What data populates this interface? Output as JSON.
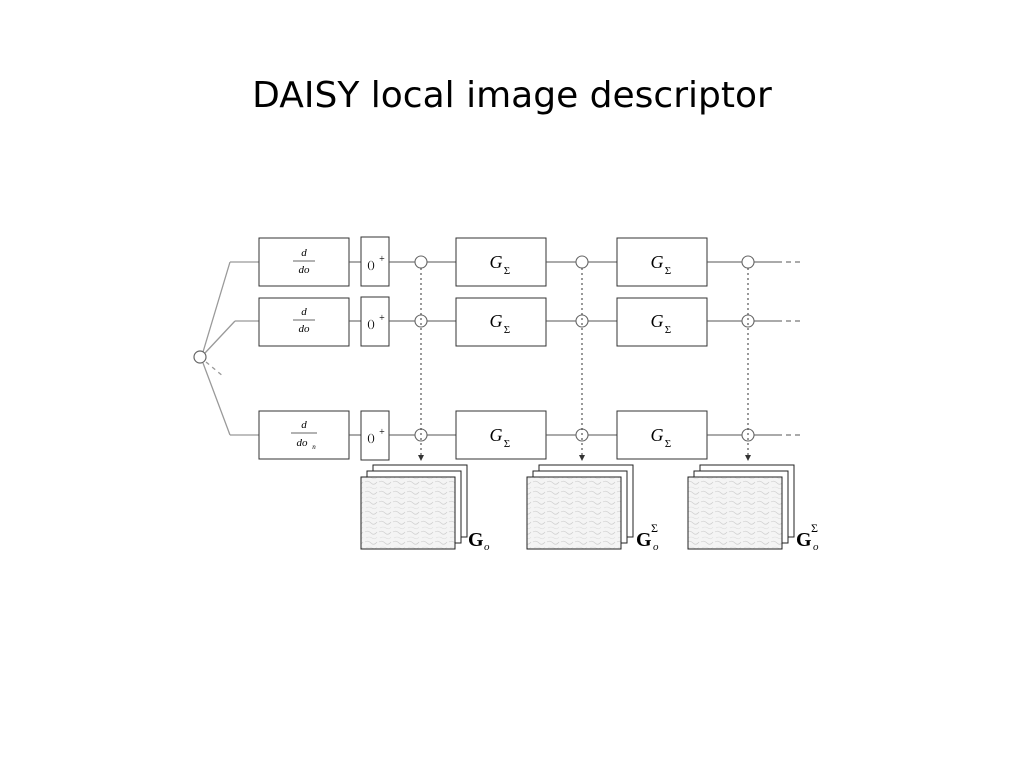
{
  "slide": {
    "title": "DAISY local image descriptor"
  },
  "diagram": {
    "derivative_labels": [
      {
        "num": "d",
        "den": "do",
        "sub": ""
      },
      {
        "num": "d",
        "den": "do",
        "sub": ""
      },
      {
        "num": "d",
        "den": "do",
        "sub": "n"
      }
    ],
    "rectifier_label": "()",
    "rectifier_sup": "+",
    "gauss_label": "G",
    "gauss_sub": "Σ",
    "output_labels": [
      {
        "main": "G",
        "sub": "o",
        "sup": ""
      },
      {
        "main": "G",
        "sub": "o",
        "sup": "Σ"
      },
      {
        "main": "G",
        "sub": "o",
        "sup": "Σ"
      }
    ],
    "colors": {
      "line": "#555555",
      "box_stroke": "#333333",
      "thin_line": "#999999"
    }
  }
}
